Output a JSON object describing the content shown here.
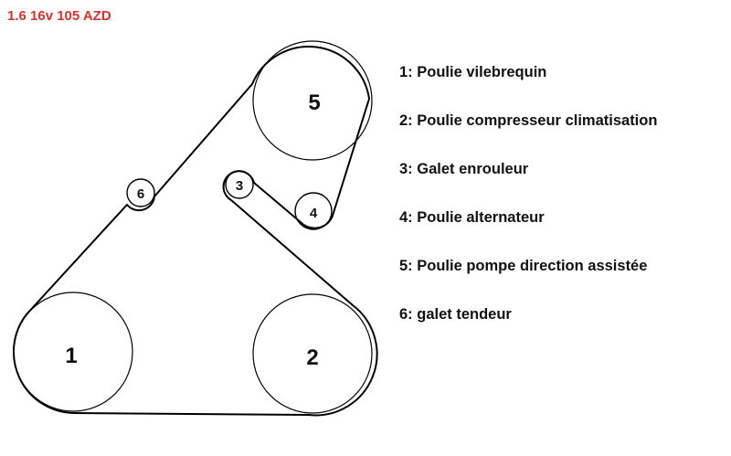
{
  "title": "1.6 16v 105 AZD",
  "colors": {
    "title": "#d9302c",
    "line": "#000000",
    "text": "#111111",
    "background": "#ffffff"
  },
  "pulleys": [
    {
      "id": "1",
      "label": "1"
    },
    {
      "id": "2",
      "label": "2"
    },
    {
      "id": "3",
      "label": "3"
    },
    {
      "id": "4",
      "label": "4"
    },
    {
      "id": "5",
      "label": "5"
    },
    {
      "id": "6",
      "label": "6"
    }
  ],
  "legend": [
    "1: Poulie vilebrequin",
    "2: Poulie compresseur climatisation",
    "3: Galet enrouleur",
    "4: Poulie alternateur",
    "5: Poulie pompe direction assistée",
    "6: galet tendeur"
  ]
}
